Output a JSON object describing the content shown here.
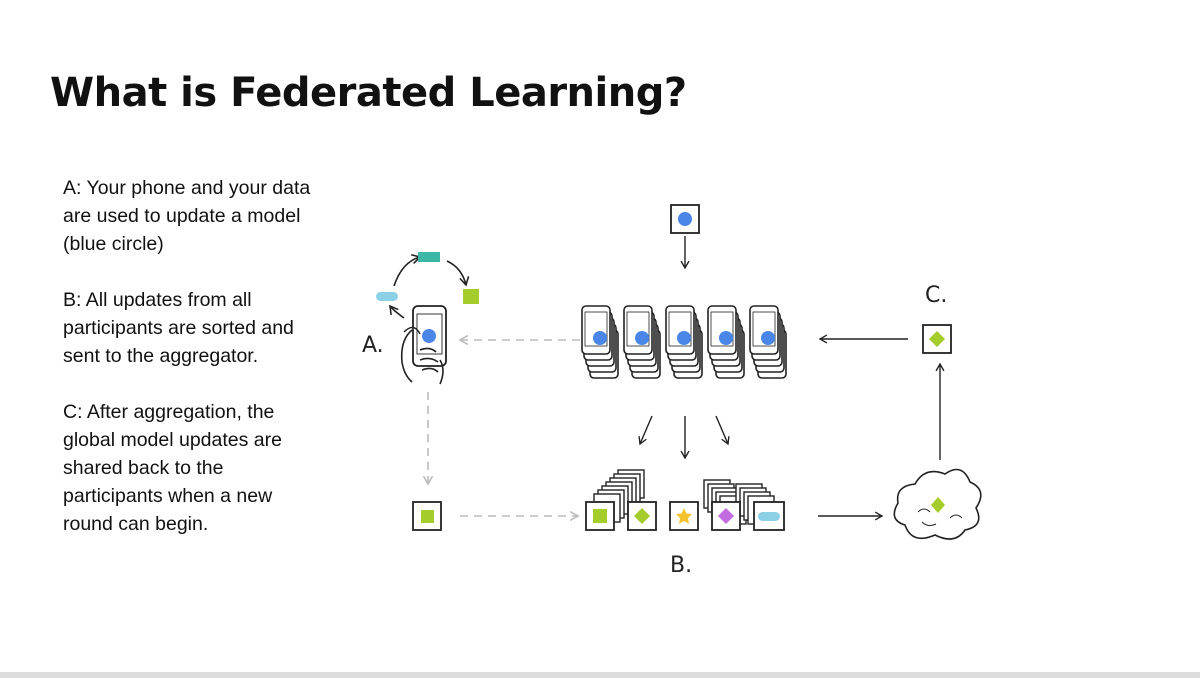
{
  "slide": {
    "title": "What is Federated Learning?",
    "notes": [
      "A: Your phone and your data are used to update a model (blue circle)",
      "B: All updates from all participants are sorted and sent to the aggregator.",
      "C: After aggregation, the global model updates are shared back to the participants when a new round can begin."
    ]
  },
  "diagram": {
    "labels": {
      "a": "A.",
      "b": "B.",
      "c": "C."
    },
    "colors": {
      "model_blue": "#4a86e8",
      "update_green": "#a4cc2a",
      "teal": "#3db8a7",
      "light_blue": "#8cd0e6",
      "star_yellow": "#f4c430",
      "purple": "#c36be0",
      "stroke": "#222222",
      "dashed_arrow": "#bbbbbb"
    }
  }
}
